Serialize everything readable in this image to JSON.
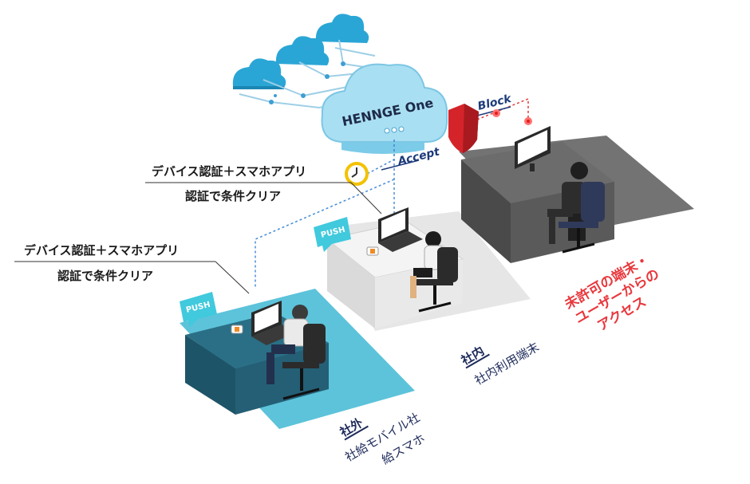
{
  "cloud": {
    "brand": "HENNGE One",
    "accent": "#8fd3ee"
  },
  "labels": {
    "accept": "Accept",
    "block": "Block",
    "push": "PUSH"
  },
  "callouts": {
    "top": {
      "line1": "デバイス認証＋スマホアプリ",
      "line2": "認証で条件クリア"
    },
    "left": {
      "line1": "デバイス認証＋スマホアプリ",
      "line2": "認証で条件クリア"
    }
  },
  "zones": {
    "outside": {
      "title": "社外",
      "line1": "社給モバイル社",
      "line2": "給スマホ",
      "color": "#5fc6dc"
    },
    "inside": {
      "title": "社内",
      "line1": "社内利用端末",
      "color": "#e5e5e5"
    },
    "unauthorized": {
      "line1": "未許可の端末・",
      "line2": "ユーザーからの",
      "line3": "アクセス",
      "color": "#e8383d"
    }
  },
  "icons": {
    "cloud": "cloud-icon",
    "clock": "clock-icon",
    "shield": "shield-icon",
    "phone": "smartphone-icon",
    "laptop": "laptop-icon",
    "monitor": "monitor-icon",
    "person": "person-icon",
    "chair": "office-chair-icon"
  }
}
